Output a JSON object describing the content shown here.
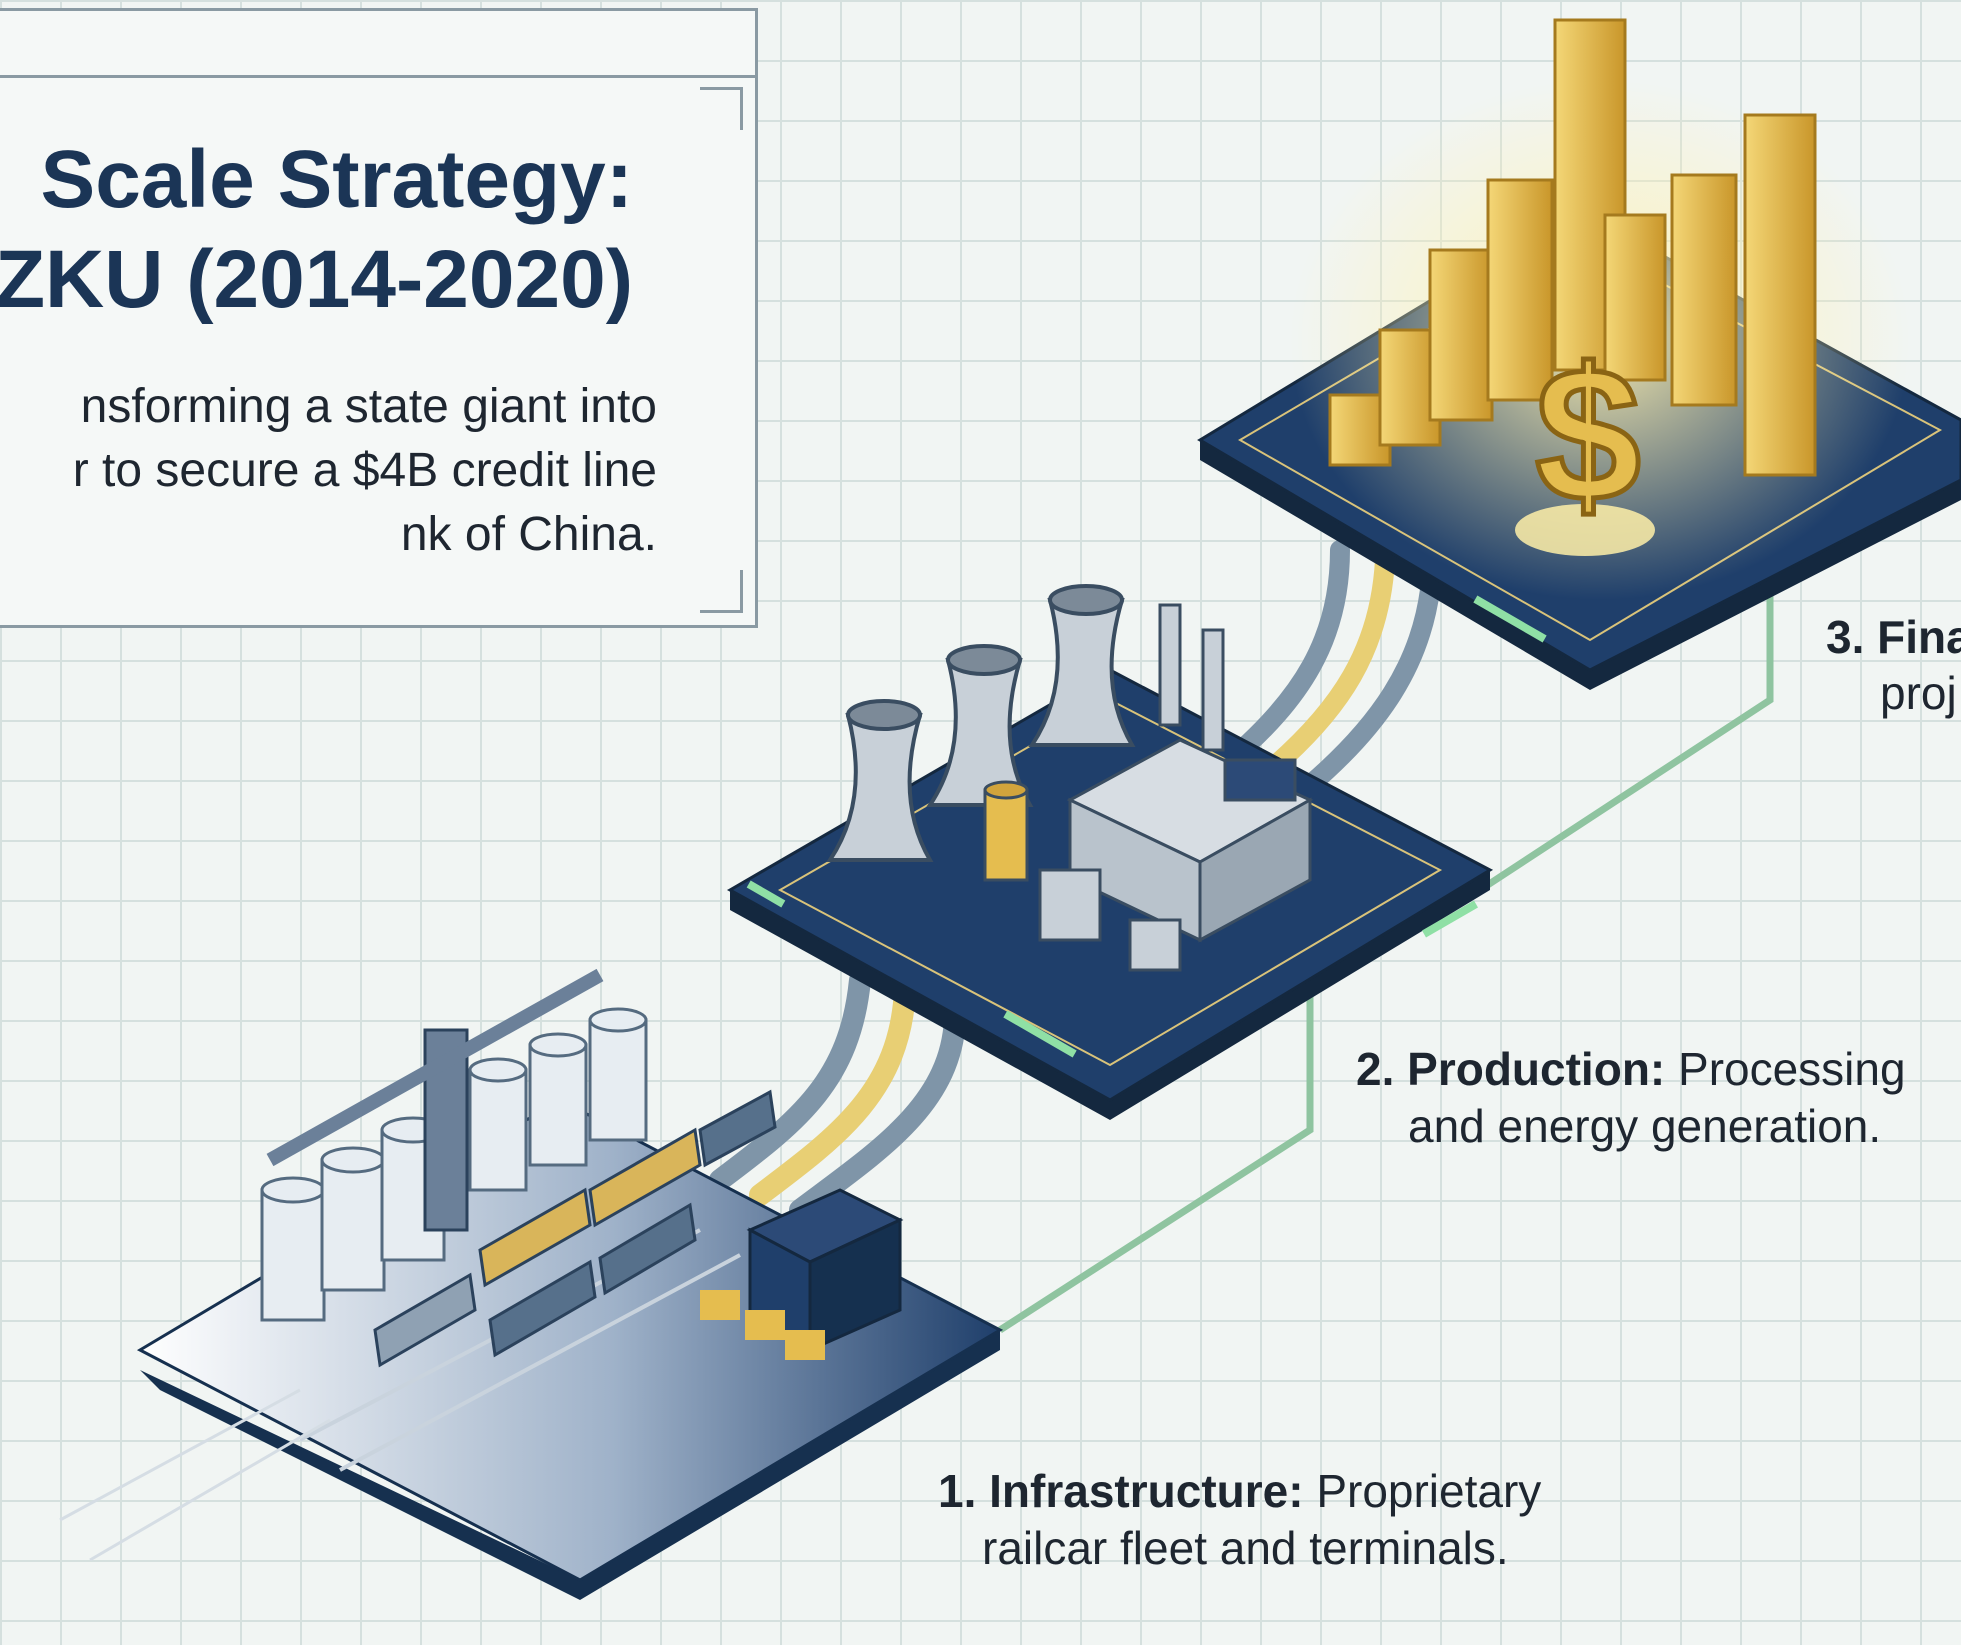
{
  "header": {
    "title_line1": "Scale Strategy:",
    "title_line2": "ZKU (2014-2020)",
    "desc_line1": "nsforming a state giant into",
    "desc_line2": "r to secure a $4B credit line",
    "desc_line3": "nk of China."
  },
  "steps": [
    {
      "number": "1.",
      "name": "Infrastructure:",
      "line1": " Proprietary",
      "line2": "railcar fleet and terminals."
    },
    {
      "number": "2.",
      "name": "Production:",
      "line1": " Processing",
      "line2": "and energy generation."
    },
    {
      "number": "3.",
      "name": "Fina",
      "line1": "",
      "line2": "proj"
    }
  ],
  "finance_symbol": "$",
  "colors": {
    "platform": "#1f3f6b",
    "gold": "#e5bd4f",
    "ink": "#1b3556",
    "connector": "#8fc4a0"
  }
}
